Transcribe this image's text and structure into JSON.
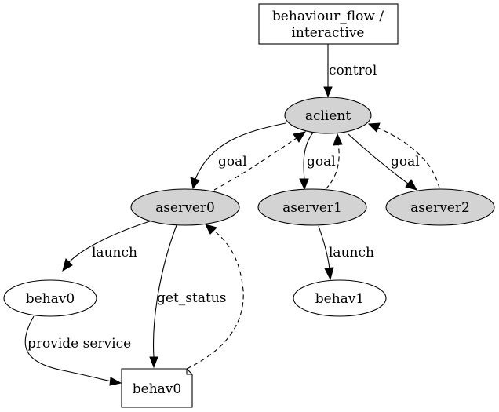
{
  "diagram": {
    "nodes": {
      "behaviour_flow": {
        "line1": "behaviour_flow /",
        "line2": "interactive"
      },
      "aclient": {
        "label": "aclient",
        "fill": "#d3d3d3"
      },
      "aserver0": {
        "label": "aserver0",
        "fill": "#d3d3d3"
      },
      "aserver1": {
        "label": "aserver1",
        "fill": "#d3d3d3"
      },
      "aserver2": {
        "label": "aserver2",
        "fill": "#d3d3d3"
      },
      "behav0_process": {
        "label": "behav0"
      },
      "behav1": {
        "label": "behav1"
      },
      "behav0_note": {
        "label": "behav0"
      }
    },
    "edges": {
      "control": "control",
      "goal0": "goal",
      "goal1": "goal",
      "goal2": "goal",
      "launch0": "launch",
      "launch1": "launch",
      "get_status": "get_status",
      "provide_service": "provide service"
    }
  }
}
